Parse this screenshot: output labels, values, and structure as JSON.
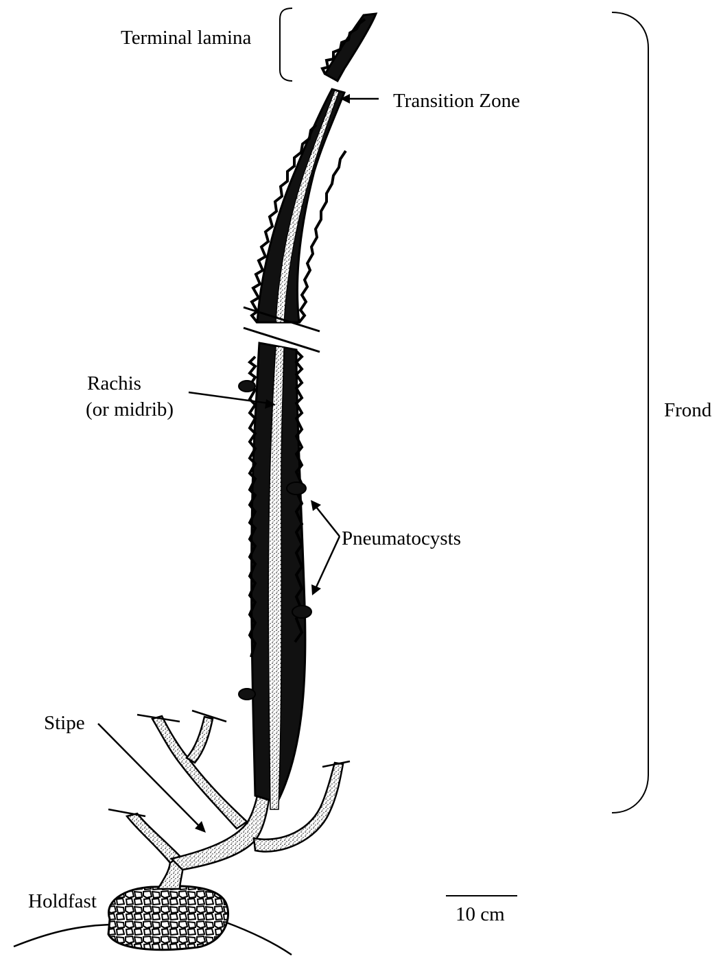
{
  "labels": {
    "terminal_lamina": "Terminal lamina",
    "transition_zone": "Transition Zone",
    "rachis_line1": "Rachis",
    "rachis_line2": "(or midrib)",
    "frond": "Frond",
    "pneumatocysts": "Pneumatocysts",
    "stipe": "Stipe",
    "holdfast": "Holdfast",
    "scale": "10 cm"
  },
  "colors": {
    "ink": "#000000",
    "stipple_fill": "#d9d9d9",
    "background": "#ffffff"
  }
}
